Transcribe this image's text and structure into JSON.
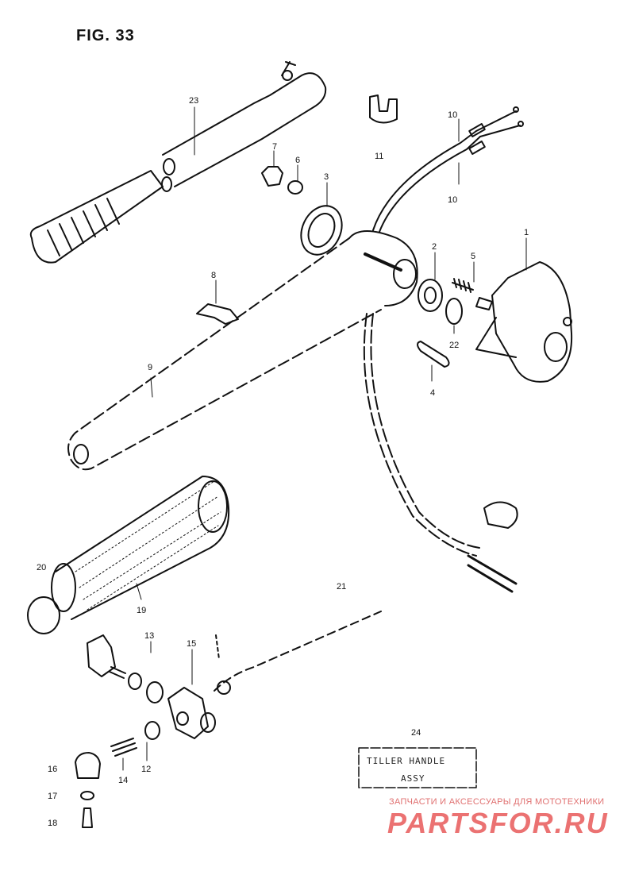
{
  "figure": {
    "title": "FIG. 33"
  },
  "callouts": [
    "23",
    "7",
    "6",
    "3",
    "11",
    "10",
    "10",
    "1",
    "2",
    "5",
    "8",
    "22",
    "4",
    "9",
    "20",
    "19",
    "21",
    "13",
    "15",
    "16",
    "17",
    "18",
    "14",
    "12",
    "24"
  ],
  "label_box": {
    "line1": "TILLER HANDLE",
    "line2": "ASSY"
  },
  "watermark": {
    "tagline": "ЗАПЧАСТИ И АКСЕССУАРЫ ДЛЯ МОТОТЕХНИКИ",
    "logo": "PARTSFOR.RU"
  },
  "colors": {
    "ink": "#111111",
    "watermark": "#e85a5a"
  }
}
